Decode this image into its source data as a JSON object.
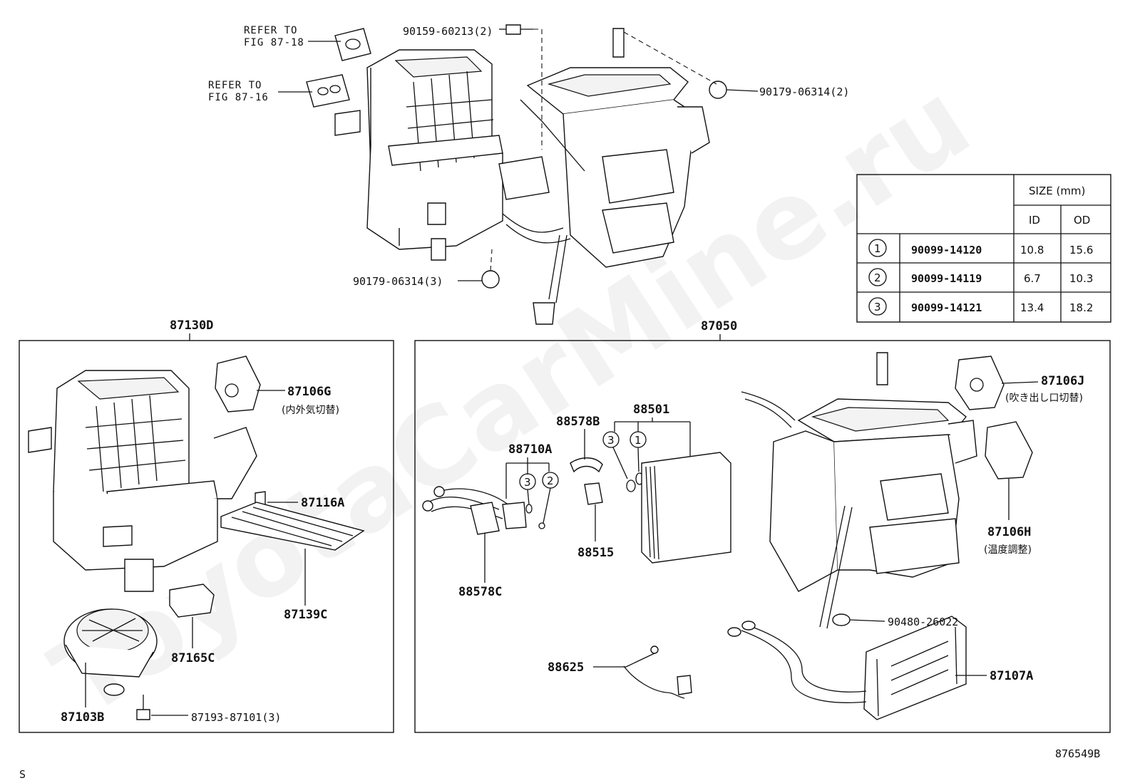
{
  "watermark": "ToyotaCarMine.ru",
  "refer_labels": [
    {
      "line1": "REFER TO",
      "line2": "FIG 87-18"
    },
    {
      "line1": "REFER TO",
      "line2": "FIG 87-16"
    }
  ],
  "top_parts": {
    "screw": "90159-60213(2)",
    "clip_right": "90179-06314(2)",
    "clip_bottom": "90179-06314(3)"
  },
  "assembly_left": {
    "number": "87130D",
    "parts": {
      "servo": "87106G",
      "servo_note": "(内外気切替)",
      "clip": "87116A",
      "filter": "87139C",
      "resistor": "87165C",
      "blower": "87103B",
      "screw": "87193-87101(3)"
    }
  },
  "assembly_right": {
    "number": "87050",
    "parts": {
      "tube": "88710A",
      "seal_b": "88578B",
      "evaporator": "88501",
      "seal_c": "88578C",
      "thermistor": "88515",
      "sensor": "88625",
      "servo_j": "87106J",
      "servo_j_note": "(吹き出し口切替)",
      "servo_h": "87106H",
      "servo_h_note": "(温度調整)",
      "grommet": "90480-26022",
      "heater_core": "87107A"
    },
    "callouts_tube": [
      "3",
      "2"
    ],
    "callouts_evap": [
      "3",
      "1"
    ]
  },
  "size_table": {
    "header": "SIZE (mm)",
    "col_id": "ID",
    "col_od": "OD",
    "rows": [
      {
        "mark": "1",
        "part": "90099-14120",
        "id": "10.8",
        "od": "15.6"
      },
      {
        "mark": "2",
        "part": "90099-14119",
        "id": "6.7",
        "od": "10.3"
      },
      {
        "mark": "3",
        "part": "90099-14121",
        "id": "13.4",
        "od": "18.2"
      }
    ]
  },
  "figure_code": "876549B",
  "corner_mark": "S"
}
